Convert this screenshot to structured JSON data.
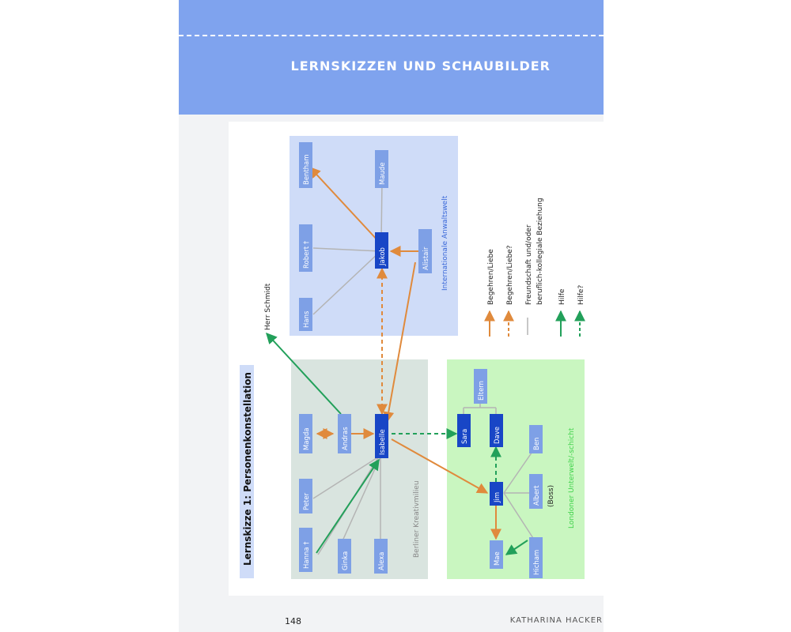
{
  "header": {
    "title": "LERNSKIZZEN UND SCHAUBILDER"
  },
  "footer": {
    "page_number": "148",
    "author": "KATHARINA HACKER"
  },
  "figure": {
    "title": "Lernskizze 1: Personenkonstellation",
    "external": "Herr Schmidt",
    "groups": {
      "anwalt": "Internationale Anwaltswelt",
      "berlin": "Berliner Kreativmilieu",
      "london": "Londoner Unterwelt/-schicht"
    },
    "nodes": {
      "bentham": "Bentham",
      "maude": "Maude",
      "robert": "Robert †",
      "jakob": "Jakob",
      "alistair": "Alistair",
      "hans": "Hans",
      "magda": "Magda",
      "andras": "Andras",
      "isabelle": "Isabelle",
      "peter": "Peter",
      "hanna": "Hanna †",
      "ginka": "Ginka",
      "alexa": "Alexa",
      "eltern": "Eltern",
      "sara": "Sara",
      "dave": "Dave",
      "ben": "Ben",
      "jim": "Jim",
      "albert": "Albert",
      "boss": "(Boss)",
      "mae": "Mae",
      "hicham": "Hicham"
    },
    "legend": {
      "desire": "Begehren/Liebe",
      "desire_maybe": "Begehren/Liebe?",
      "friendship_1": "Freundschaft und/oder",
      "friendship_2": "beruflich-kollegiale Beziehung",
      "help": "Hilfe",
      "help_maybe": "Hilfe?"
    },
    "colors": {
      "anwalt_bg": "#cfdcf8",
      "berlin_bg": "#d9e4df",
      "london_bg": "#c9f6c0",
      "node_light": "#7ea0e6",
      "node_dark": "#1846c6",
      "desire": "#e08a3c",
      "help": "#22a05a",
      "friendship": "#b4b4b4"
    }
  }
}
